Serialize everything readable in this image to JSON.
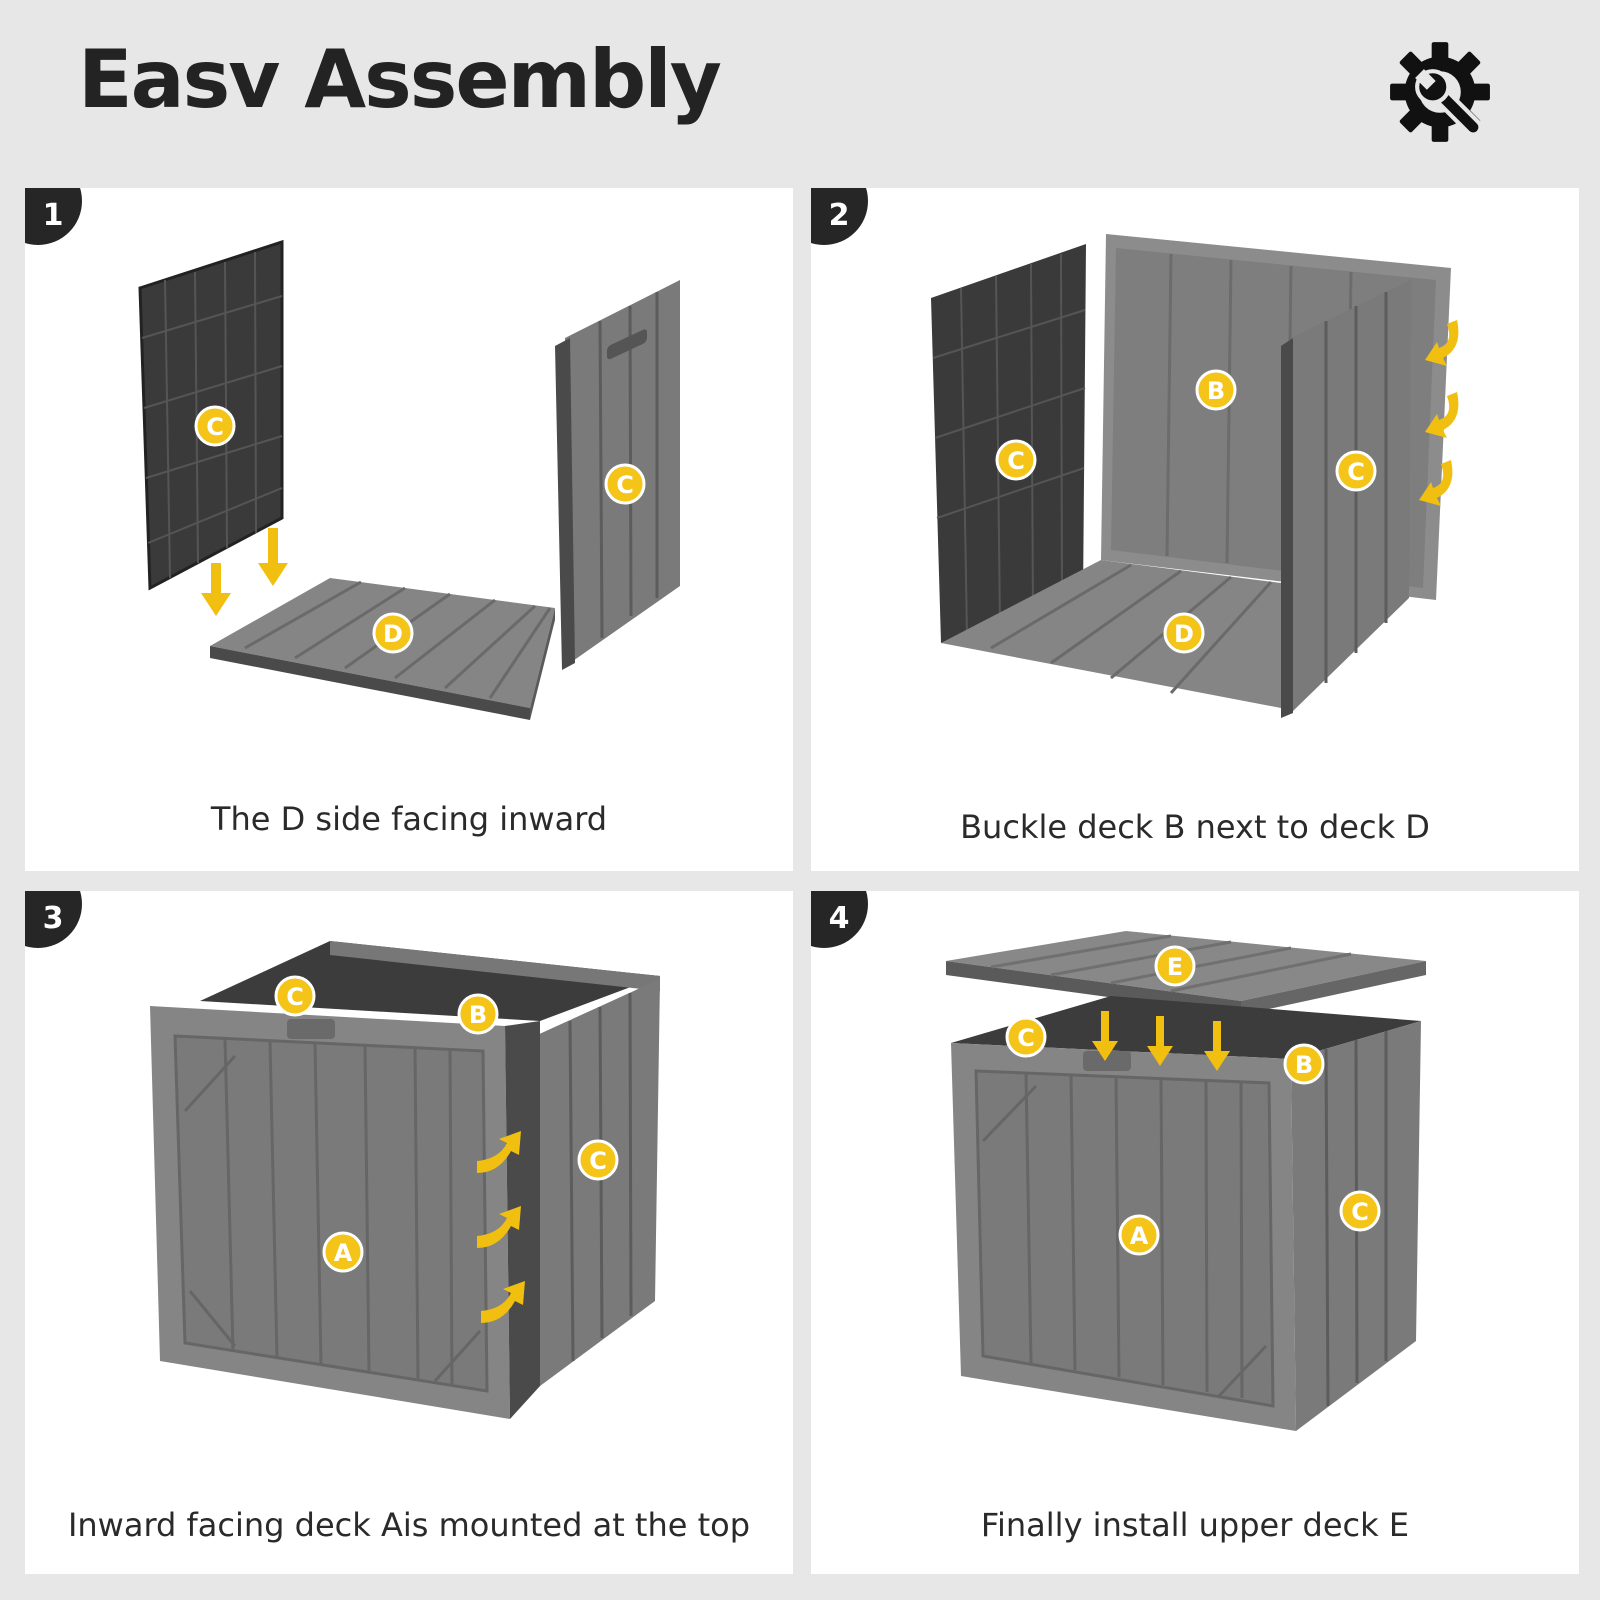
{
  "header": {
    "title": "Easv Assembly",
    "tool_icon": "gear-wrench-icon"
  },
  "colors": {
    "background": "#e7e7e7",
    "panel": "#ffffff",
    "badge": "#262626",
    "marker": "#f4c419",
    "deck_dark": "#3a3a3a",
    "deck_grey": "#7d7d7d"
  },
  "steps": [
    {
      "number": "1",
      "caption": "The D side facing inward",
      "labels": [
        "C",
        "C",
        "D"
      ]
    },
    {
      "number": "2",
      "caption": "Buckle deck B next to deck D",
      "labels": [
        "C",
        "B",
        "C",
        "D"
      ]
    },
    {
      "number": "3",
      "caption": "Inward facing deck Ais mounted at the top",
      "labels": [
        "C",
        "B",
        "C",
        "A"
      ]
    },
    {
      "number": "4",
      "caption": "Finally install upper deck E",
      "labels": [
        "E",
        "C",
        "B",
        "C",
        "A"
      ]
    }
  ]
}
